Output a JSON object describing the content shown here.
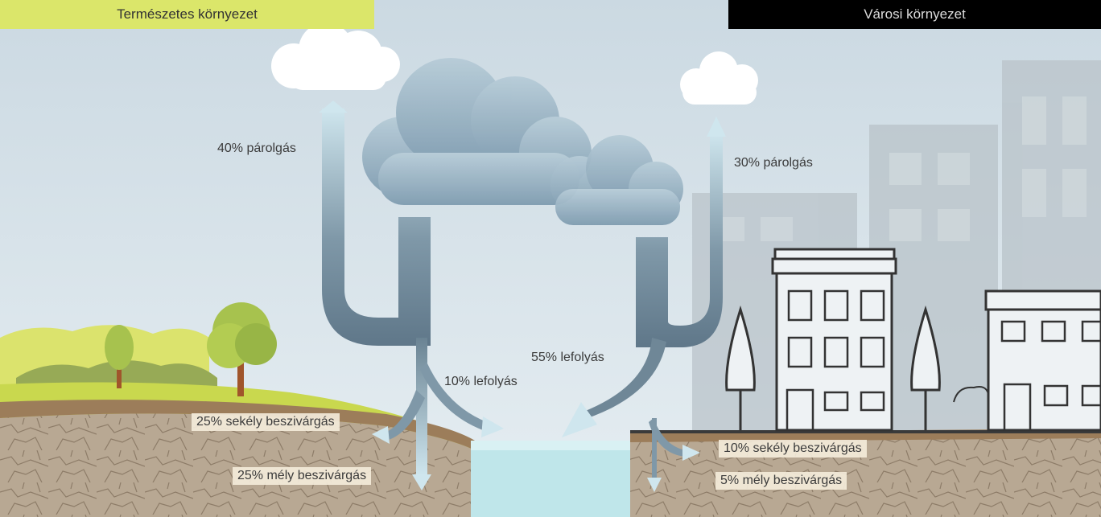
{
  "headers": {
    "natural": "Természetes környezet",
    "urban": "Városi környezet"
  },
  "natural": {
    "evaporation": "40% párolgás",
    "runoff": "10% lefolyás",
    "shallow_infiltration": "25% sekély beszivárgás",
    "deep_infiltration": "25% mély beszivárgás"
  },
  "urban": {
    "evaporation": "30% párolgás",
    "runoff": "55% lefolyás",
    "shallow_infiltration": "10% sekély beszivárgás",
    "deep_infiltration": "5% mély beszivárgás"
  },
  "colors": {
    "sky": "#d9e4ea",
    "natural_header": "#dbe66a",
    "urban_header": "#000000",
    "grass": "#c9d84e",
    "soil": "#b7a58f",
    "water": "#bfe6ea",
    "arrow_dark": "#6f8797",
    "arrow_light": "#cfe6ee"
  }
}
